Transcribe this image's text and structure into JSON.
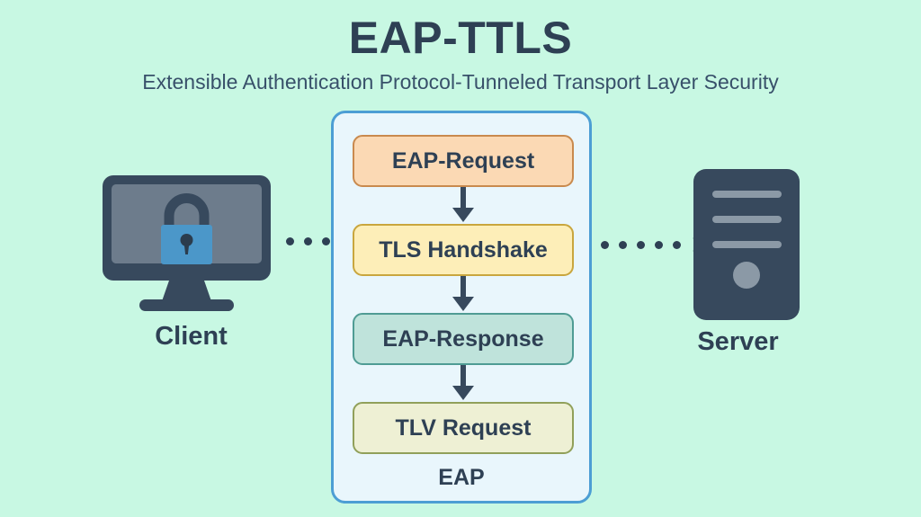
{
  "header": {
    "title": "EAP-TTLS",
    "subtitle": "Extensible Authentication Protocol-Tunneled Transport Layer Security"
  },
  "colors": {
    "background": "#c8f8e3",
    "text_dark": "#2e4054",
    "panel_border": "#4c9ed4",
    "panel_fill": "#e9f6fc",
    "eap_request_fill": "#fbd9b4",
    "eap_request_border": "#c98a4e",
    "tls_handshake_fill": "#fdeeb8",
    "tls_handshake_border": "#c9a63e",
    "eap_response_fill": "#bfe3db",
    "eap_response_border": "#4f9c94",
    "tlv_request_fill": "#eef0d4",
    "tlv_request_border": "#91a05a",
    "device_dark": "#37495d",
    "device_screen": "#6d7c8c",
    "lock_blue": "#4b97c9",
    "server_bar": "#8b99a6"
  },
  "client": {
    "label": "Client",
    "icon": "monitor-lock-icon"
  },
  "server": {
    "label": "Server",
    "icon": "server-tower-icon"
  },
  "connectors": {
    "left": {
      "name": "client-to-eap-connector",
      "dots": 4,
      "arrowhead": false
    },
    "right": {
      "name": "eap-to-server-connector",
      "dots": 5,
      "arrowhead": true
    }
  },
  "eap_panel": {
    "label": "EAP",
    "steps": [
      {
        "label": "EAP-Request",
        "key": "eap-request"
      },
      {
        "label": "TLS Handshake",
        "key": "tls-handshake"
      },
      {
        "label": "EAP-Response",
        "key": "eap-response"
      },
      {
        "label": "TLV Request",
        "key": "tlv-request"
      }
    ]
  }
}
